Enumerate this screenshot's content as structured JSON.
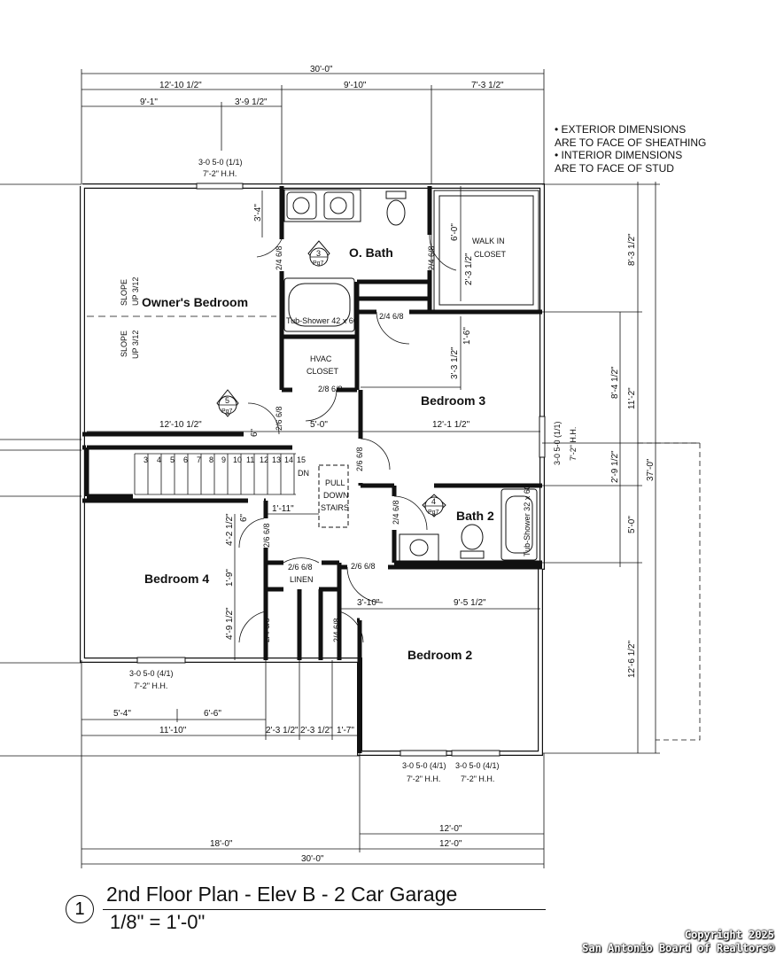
{
  "notes": [
    "• EXTERIOR DIMENSIONS",
    "ARE TO FACE OF SHEATHING",
    "• INTERIOR DIMENSIONS",
    "ARE TO FACE OF STUD"
  ],
  "rooms": {
    "owners_bedroom": "Owner's Bedroom",
    "o_bath": "O. Bath",
    "walk_in_closet_1": "WALK IN",
    "walk_in_closet_2": "CLOSET",
    "hvac_1": "HVAC",
    "hvac_2": "CLOSET",
    "bedroom3": "Bedroom 3",
    "bedroom4": "Bedroom 4",
    "bedroom2": "Bedroom 2",
    "bath2": "Bath 2",
    "linen": "LINEN",
    "pull_down_1": "PULL",
    "pull_down_2": "DOWN",
    "pull_down_3": "STAIRS",
    "dn": "DN",
    "tub_shower_owner": "Tub-Shower 42 x 60",
    "tub_shower_bath2": "Tub-Shower 32 x 60",
    "slope_1a": "SLOPE",
    "slope_1b": "UP 3/12",
    "slope_2a": "SLOPE",
    "slope_2b": "UP 3/12"
  },
  "stair_numbers": [
    "3",
    "4",
    "5",
    "6",
    "7",
    "8",
    "9",
    "10",
    "11",
    "12",
    "13",
    "14",
    "15"
  ],
  "dimensions": {
    "top_overall": "30'-0\"",
    "top_a": "12'-10 1/2\"",
    "top_b": "9'-10\"",
    "top_c": "7'-3 1/2\"",
    "top_d": "9'-1\"",
    "top_e": "3'-9 1/2\"",
    "bottom_overall": "30'-0\"",
    "bottom_a": "18'-0\"",
    "bottom_b": "12'-0\"",
    "bottom_c": "12'-0\"",
    "lower_a": "5'-4\"",
    "lower_b": "6'-6\"",
    "lower_c": "11'-10\"",
    "lower_d": "2'-3 1/2\"",
    "lower_e": "2'-3 1/2\"",
    "lower_f": "1'-7\"",
    "right_a": "8'-3 1/2\"",
    "right_b": "8'-4 1/2\"",
    "right_c": "11'-2\"",
    "right_d": "2'-9 1/2\"",
    "right_e": "5'-0\"",
    "right_f": "12'-6 1/2\"",
    "right_overall": "37'-0\"",
    "obath_3_4": "3'-4\"",
    "wic_6_0": "6'-0\"",
    "wic_2_3": "2'-3 1/2\"",
    "b3_1_6": "1'-6\"",
    "b3_3_3": "3'-3 1/2\"",
    "owner_width": "12'-10 1/2\"",
    "hall_5_0": "5'-0\"",
    "b3_width": "12'-1 1/2\"",
    "hall_6": "6\"",
    "hall_1_11": "1'-11\"",
    "b4_6": "6\"",
    "b4_4_2": "4'-2 1/2\"",
    "b4_1_9": "1'-9\"",
    "b4_4_9": "4'-9 1/2\"",
    "b2_3_10": "3'-10\"",
    "b2_9_5": "9'-5 1/2\""
  },
  "doors": {
    "d_obath_left": "2/4 6/8",
    "d_obath_right": "2/4 6/8",
    "d_b3_top": "2/4 6/8",
    "d_hvac": "2/8 6/8",
    "d_owner": "2/6 6/8",
    "d_b3_side": "2/6 6/8",
    "d_bath2": "2/4 6/8",
    "d_b4": "2/6 6/8",
    "d_linen": "2/6 6/8",
    "d_b2": "2/6 6/8",
    "d_closet_a": "2/4 6/8",
    "d_closet_b": "2/4 6/8"
  },
  "windows": {
    "w_top_1": "3-0 5-0 (1/1)",
    "w_top_2": "7'-2\" H.H.",
    "w_right_1": "3-0 5-0 (1/1)",
    "w_right_2": "7'-2\" H.H.",
    "w_b4_1": "3-0 5-0 (4/1)",
    "w_b4_2": "7'-2\" H.H.",
    "w_b2a_1": "3-0 5-0 (4/1)",
    "w_b2a_2": "7'-2\" H.H.",
    "w_b2b_1": "3-0 5-0 (4/1)",
    "w_b2b_2": "7'-2\" H.H."
  },
  "tags": {
    "t1_num": "3",
    "t1_pg": "Pg7",
    "t2_num": "5",
    "t2_pg": "Pg7",
    "t3_num": "4",
    "t3_pg": "Pg7"
  },
  "title": {
    "number": "1",
    "main": "2nd Floor Plan - Elev B - 2 Car Garage",
    "scale": "1/8\" = 1'-0\""
  },
  "copyright": [
    "Copyright 2025",
    "San Antonio Board of Realtors®"
  ]
}
